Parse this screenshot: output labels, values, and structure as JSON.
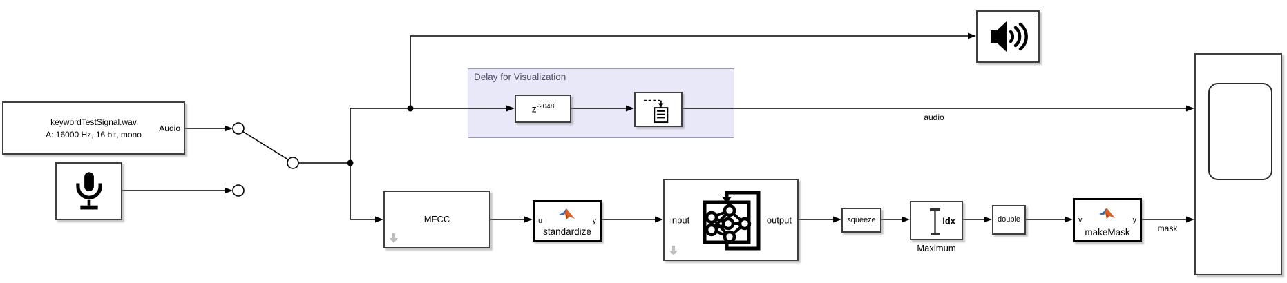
{
  "region": {
    "label": "Delay for Visualization"
  },
  "wire_labels": {
    "audio": "audio",
    "mask": "mask"
  },
  "blocks": {
    "audio_file": {
      "line1": "keywordTestSignal.wav",
      "line2": "A: 16000 Hz, 16 bit, mono",
      "port_out": "Audio"
    },
    "microphone": {
      "icon": "microphone-icon"
    },
    "delay": {
      "base": "z",
      "exponent": "-2048"
    },
    "buffer": {
      "icon": "buffer-queue-icon"
    },
    "speaker": {
      "icon": "speaker-icon"
    },
    "mfcc": {
      "label": "MFCC",
      "badge_icon": "gray-down-arrow-icon"
    },
    "standardize": {
      "port_in": "u",
      "port_out": "y",
      "label": "standardize",
      "icon": "matlab-logo-icon"
    },
    "network": {
      "port_in": "input",
      "port_out": "output",
      "icon": "recurrent-network-icon",
      "badge_icon": "gray-down-arrow-icon"
    },
    "squeeze": {
      "label": "squeeze"
    },
    "maximum": {
      "port_out": "Idx",
      "caption": "Maximum",
      "icon": "range-ibeam-icon"
    },
    "double": {
      "label": "double"
    },
    "make_mask": {
      "port_in": "v",
      "port_out": "y",
      "label": "makeMask",
      "icon": "matlab-logo-icon"
    },
    "scope": {
      "icon": "scope-display-icon"
    }
  },
  "colors": {
    "region_fill": "#E9E8F9",
    "region_border": "#9898BF",
    "region_text": "#4A4A63",
    "matlab_orange": "#DE6020",
    "matlab_orange_dark": "#B8430F",
    "matlab_blue": "#3A6CB3",
    "badge_gray": "#BDBDBD",
    "wire": "#000000",
    "block_border": "#3F3F3F"
  }
}
